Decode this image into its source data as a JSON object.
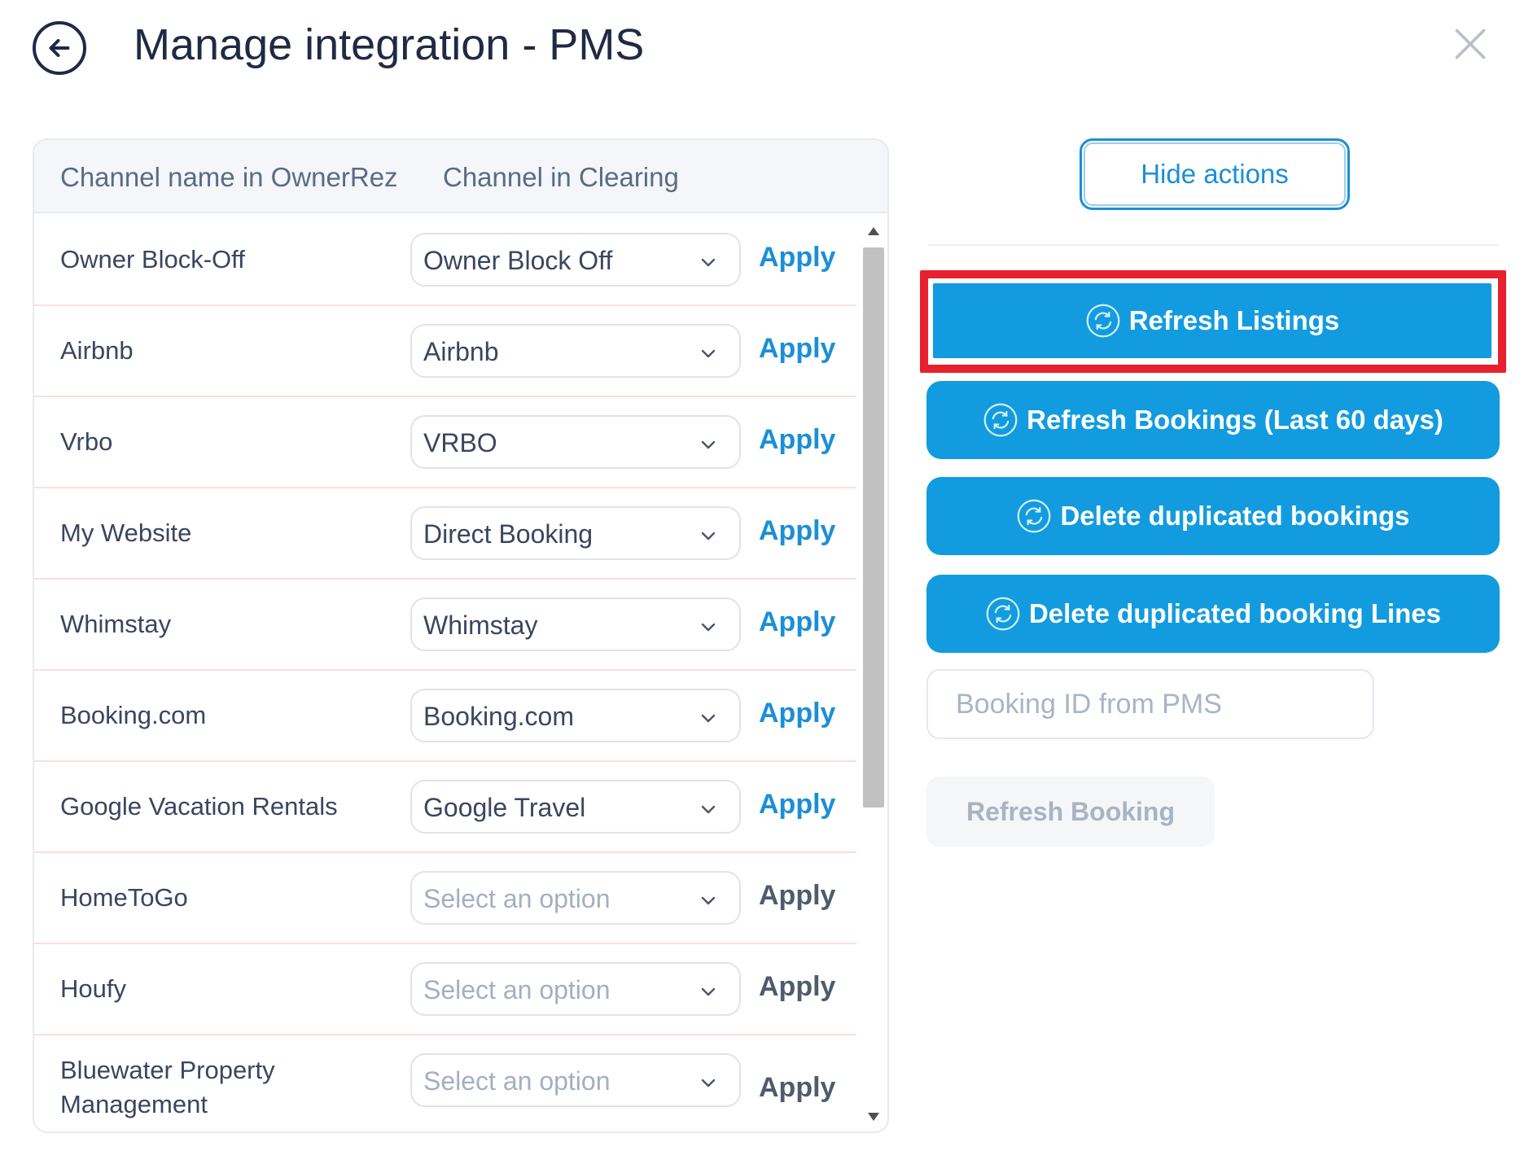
{
  "header": {
    "title": "Manage integration - PMS",
    "back_icon": "arrow-left-circle-icon",
    "close_icon": "close-icon"
  },
  "table": {
    "columns": [
      "Channel name in OwnerRez",
      "Channel in Clearing"
    ],
    "apply_label": "Apply",
    "rows": [
      {
        "name": "Owner Block-Off",
        "value": "Owner Block Off",
        "placeholder": false
      },
      {
        "name": "Airbnb",
        "value": "Airbnb",
        "placeholder": false
      },
      {
        "name": "Vrbo",
        "value": "VRBO",
        "placeholder": false
      },
      {
        "name": "My Website",
        "value": "Direct Booking",
        "placeholder": false
      },
      {
        "name": "Whimstay",
        "value": "Whimstay",
        "placeholder": false
      },
      {
        "name": "Booking.com",
        "value": "Booking.com",
        "placeholder": false
      },
      {
        "name": "Google Vacation Rentals",
        "value": "Google Travel",
        "placeholder": false
      },
      {
        "name": "HomeToGo",
        "value": "Select an option",
        "placeholder": true
      },
      {
        "name": "Houfy",
        "value": "Select an option",
        "placeholder": true
      },
      {
        "name": "Bluewater Property Management",
        "value": "Select an option",
        "placeholder": true
      }
    ]
  },
  "actions": {
    "hide_actions_label": "Hide actions",
    "refresh_listings_label": "Refresh Listings",
    "refresh_bookings_label": "Refresh Bookings (Last 60 days)",
    "delete_duplicated_bookings_label": "Delete duplicated bookings",
    "delete_duplicated_lines_label": "Delete duplicated booking Lines",
    "booking_id_placeholder": "Booking ID from PMS",
    "booking_id_value": "",
    "refresh_booking_label": "Refresh Booking"
  },
  "colors": {
    "accent": "#129cdf",
    "link": "#1b8fd6",
    "highlight": "#e8202d",
    "text": "#1f2a44"
  }
}
